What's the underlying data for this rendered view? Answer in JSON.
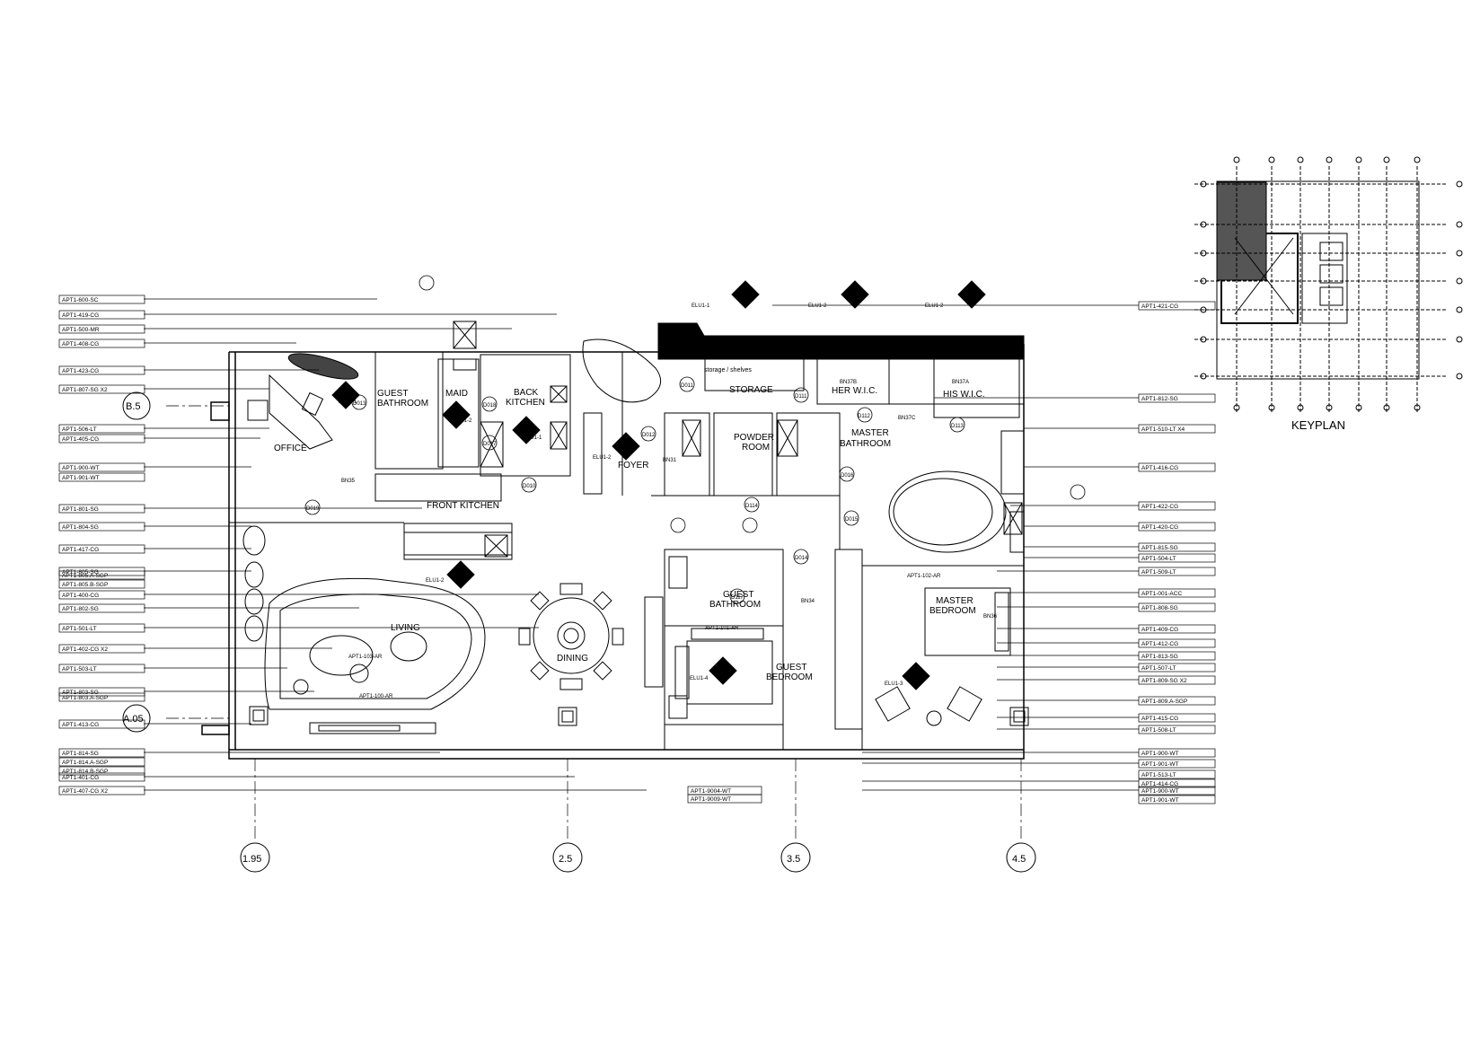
{
  "keyplan": {
    "title": "KEYPLAN"
  },
  "rooms": {
    "guest_bathroom_1": "GUEST",
    "guest_bathroom_2": "BATHROOM",
    "maid": "MAID",
    "back_kitchen_1": "BACK",
    "back_kitchen_2": "KITCHEN",
    "office": "OFFICE",
    "front_kitchen": "FRONT KITCHEN",
    "foyer": "FOYER",
    "storage_shelves": "storage / shelves",
    "storage": "STORAGE",
    "her_wic": "HER W.I.C.",
    "his_wic": "HIS W.I.C.",
    "master_bathroom_1": "MASTER",
    "master_bathroom_2": "BATHROOM",
    "powder_room_1": "POWDER",
    "powder_room_2": "ROOM",
    "living": "LIVING",
    "dining": "DINING",
    "guest2_bathroom_1": "GUEST",
    "guest2_bathroom_2": "BATHROOM",
    "guest_bedroom_1": "GUEST",
    "guest_bedroom_2": "BEDROOM",
    "master_bedroom_1": "MASTER",
    "master_bedroom_2": "BEDROOM"
  },
  "grid_bubbles": {
    "b5": "B.5",
    "a05": "A.05",
    "g195": "1.95",
    "g25": "2.5",
    "g35": "3.5",
    "g45": "4.5"
  },
  "callouts_left": [
    "APT1-600-SC",
    "APT1-419-CG",
    "APT1-500-MR",
    "APT1-408-CG",
    "APT1-423-CG",
    "APT1-807-SG X2",
    "APT1-506-LT",
    "APT1-405-CG",
    "APT1-900-WT",
    "APT1-901-WT",
    "APT1-801-SG",
    "APT1-804-SG",
    "APT1-417-CG",
    "APT1-805-SG",
    "APT1-805.A-SGP",
    "APT1-805.B-SGP",
    "APT1-400-CG",
    "APT1-802-SG",
    "APT1-501-LT",
    "APT1-402-CG X2",
    "APT1-503-LT",
    "APT1-803-SG",
    "APT1-803.A-SGP",
    "APT1-413-CG",
    "APT1-814-SG",
    "APT1-814.A-SGP",
    "APT1-814.B-SGP",
    "APT1-401-CG",
    "APT1-407-CG X2"
  ],
  "callouts_right": [
    "APT1-421-CG",
    "APT1-812-SG",
    "APT1-510-LT X4",
    "APT1-416-CG",
    "APT1-422-CG",
    "APT1-420-CG",
    "APT1-815-SG",
    "APT1-504-LT",
    "APT1-509-LT",
    "APT1-001-ACC",
    "APT1-808-SG",
    "APT1-409-CG",
    "APT1-412-CG",
    "APT1-813-SG",
    "APT1-507-LT",
    "APT1-809-SG X2",
    "APT1-809.A-SGP",
    "APT1-415-CG",
    "APT1-508-LT",
    "APT1-900-WT",
    "APT1-901-WT",
    "APT1-513-LT",
    "APT1-414-CG",
    "APT1-900-WT",
    "APT1-901-WT"
  ],
  "callouts_bottom": [
    "APT1-9004-WT",
    "APT1-9009-WT"
  ],
  "tags": {
    "d013": "D013",
    "d018": "D018",
    "d017": "D017",
    "d011": "D011",
    "d012": "D012",
    "d010": "D010",
    "d112": "D112",
    "d113": "D113",
    "d016": "D016",
    "d015": "D015",
    "d014": "D014",
    "d117": "D117",
    "d114": "D114",
    "d111": "D111",
    "d019": "D019",
    "bn35": "BN35",
    "bn31": "BN31",
    "bn37b": "BN37B",
    "bn37a": "BN37A",
    "bn37c": "BN37C",
    "bn34": "BN34",
    "bn36": "BN36",
    "ar103": "APT1-103-AR",
    "ar100": "APT1-100-AR",
    "ar101": "APT1-101-AR",
    "ar102": "APT1-102-AR"
  },
  "elev_labels": [
    "ELU1-1",
    "ELU1-2",
    "ELU1-2",
    "ELU1-2",
    "ELU1-1",
    "ELU1-2",
    "ELU1-1",
    "ELU1-2",
    "ELU1-4",
    "ELU1-3"
  ]
}
